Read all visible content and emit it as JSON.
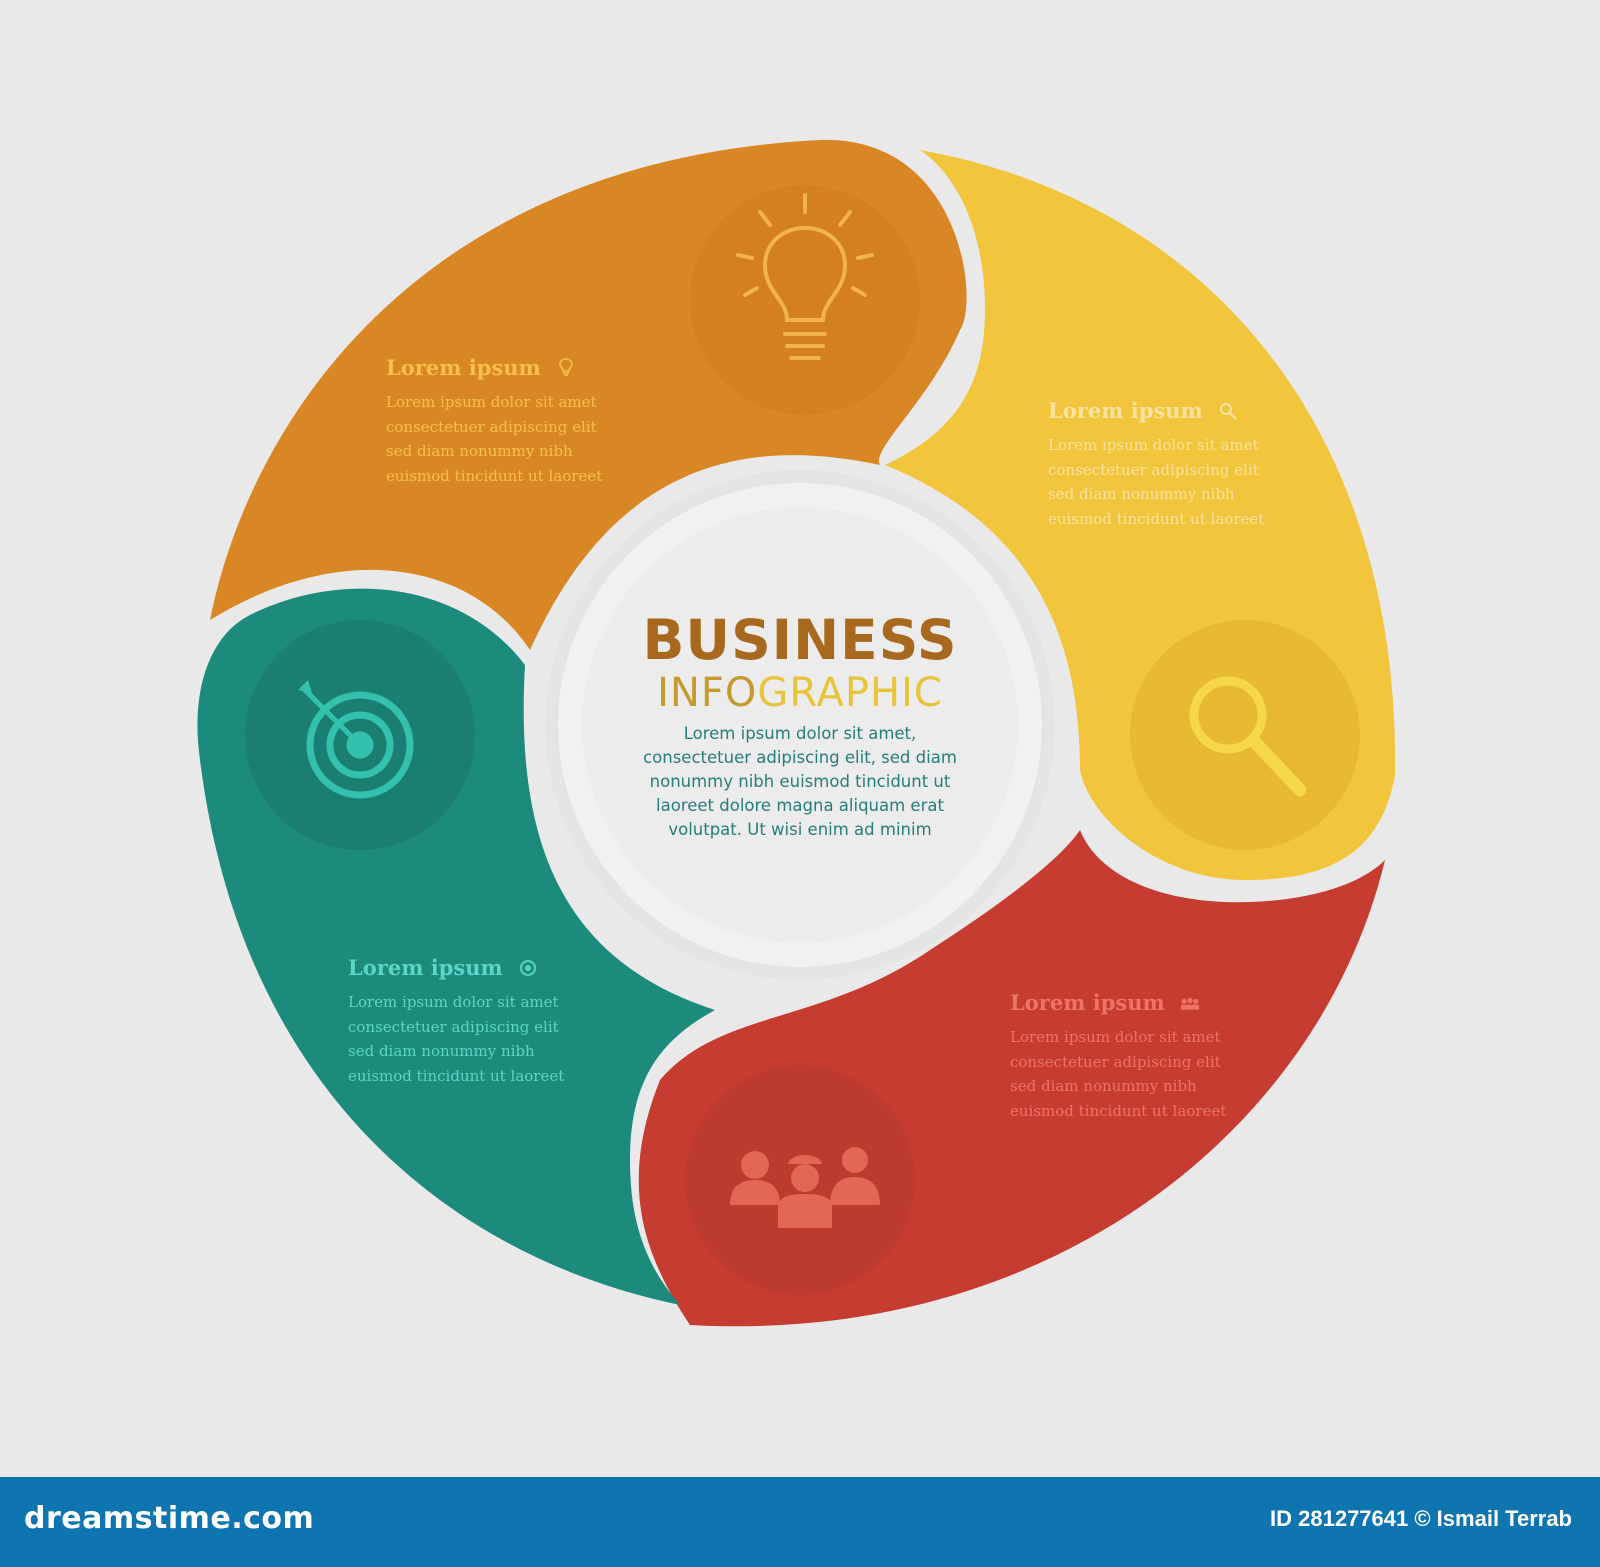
{
  "colors": {
    "background": "#e9e9ea",
    "orange": "#d98724",
    "yellow": "#f1c53c",
    "red": "#c63c31",
    "teal": "#1d8b7b",
    "center": "#efefef",
    "footer": "#0e75b0"
  },
  "center": {
    "heading": "BUSINESS",
    "subheading_part1": "INFO",
    "subheading_part2": "GRAPHIC",
    "lines": [
      "Lorem ipsum dolor sit amet,",
      "consectetuer adipiscing elit, sed diam",
      "nonummy nibh euismod tincidunt ut",
      "laoreet dolore magna aliquam erat",
      "volutpat. Ut wisi enim ad minim"
    ]
  },
  "segments": [
    {
      "id": "orange",
      "title": "Lorem ipsum",
      "title_icon": "lightbulb-icon",
      "icon": "lightbulb-icon",
      "lines": [
        "Lorem ipsum dolor sit amet",
        "consectetuer adipiscing elit",
        "sed diam nonummy nibh",
        "euismod tincidunt ut laoreet"
      ]
    },
    {
      "id": "yellow",
      "title": "Lorem ipsum",
      "title_icon": "magnifier-icon",
      "icon": "magnifier-icon",
      "lines": [
        "Lorem ipsum dolor sit amet",
        "consectetuer adipiscing elit",
        "sed diam nonummy nibh",
        "euismod tincidunt ut laoreet"
      ]
    },
    {
      "id": "red",
      "title": "Lorem ipsum",
      "title_icon": "team-icon",
      "icon": "team-icon",
      "lines": [
        "Lorem ipsum dolor sit amet",
        "consectetuer adipiscing elit",
        "sed diam nonummy nibh",
        "euismod tincidunt ut laoreet"
      ]
    },
    {
      "id": "teal",
      "title": "Lorem ipsum",
      "title_icon": "target-icon",
      "icon": "target-icon",
      "lines": [
        "Lorem ipsum dolor sit amet",
        "consectetuer adipiscing elit",
        "sed diam nonummy nibh",
        "euismod tincidunt ut laoreet"
      ]
    }
  ],
  "footer": {
    "brand": "dreamstime.com",
    "id_text": "ID 281277641 © Ismail Terrab"
  }
}
